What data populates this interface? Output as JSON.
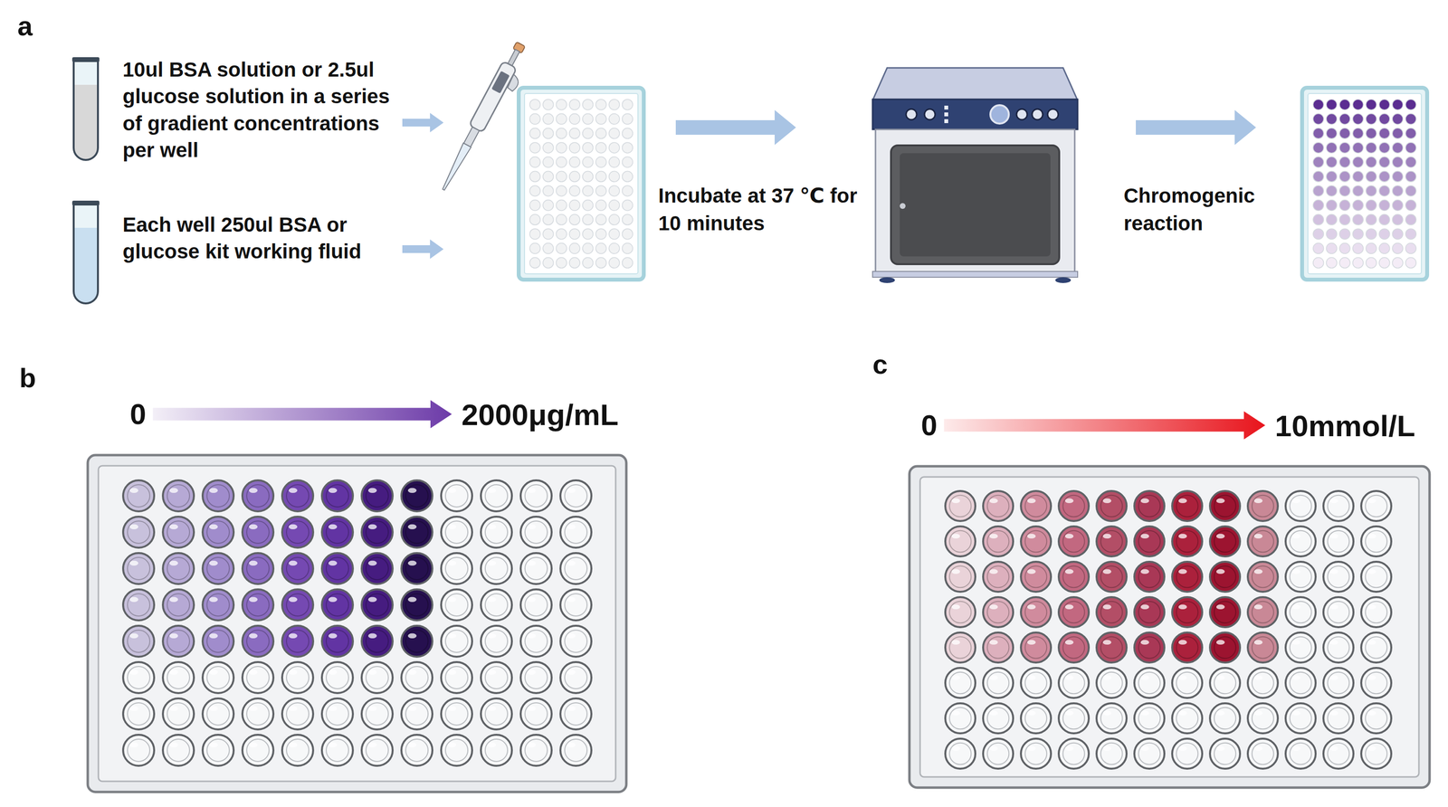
{
  "diagram": {
    "labels": [
      "a",
      "10ul BSA solution or 2.5ul glucose solution in a series of gradient concentrations per well",
      "Each well 250ul BSA or glucose kit working fluid",
      "Incubate at 37 ℃ for 10 minutes",
      "Chromogenic reaction",
      "b",
      "0",
      "2000μg/mL",
      "c",
      "0",
      "10mmol/L"
    ]
  }
}
